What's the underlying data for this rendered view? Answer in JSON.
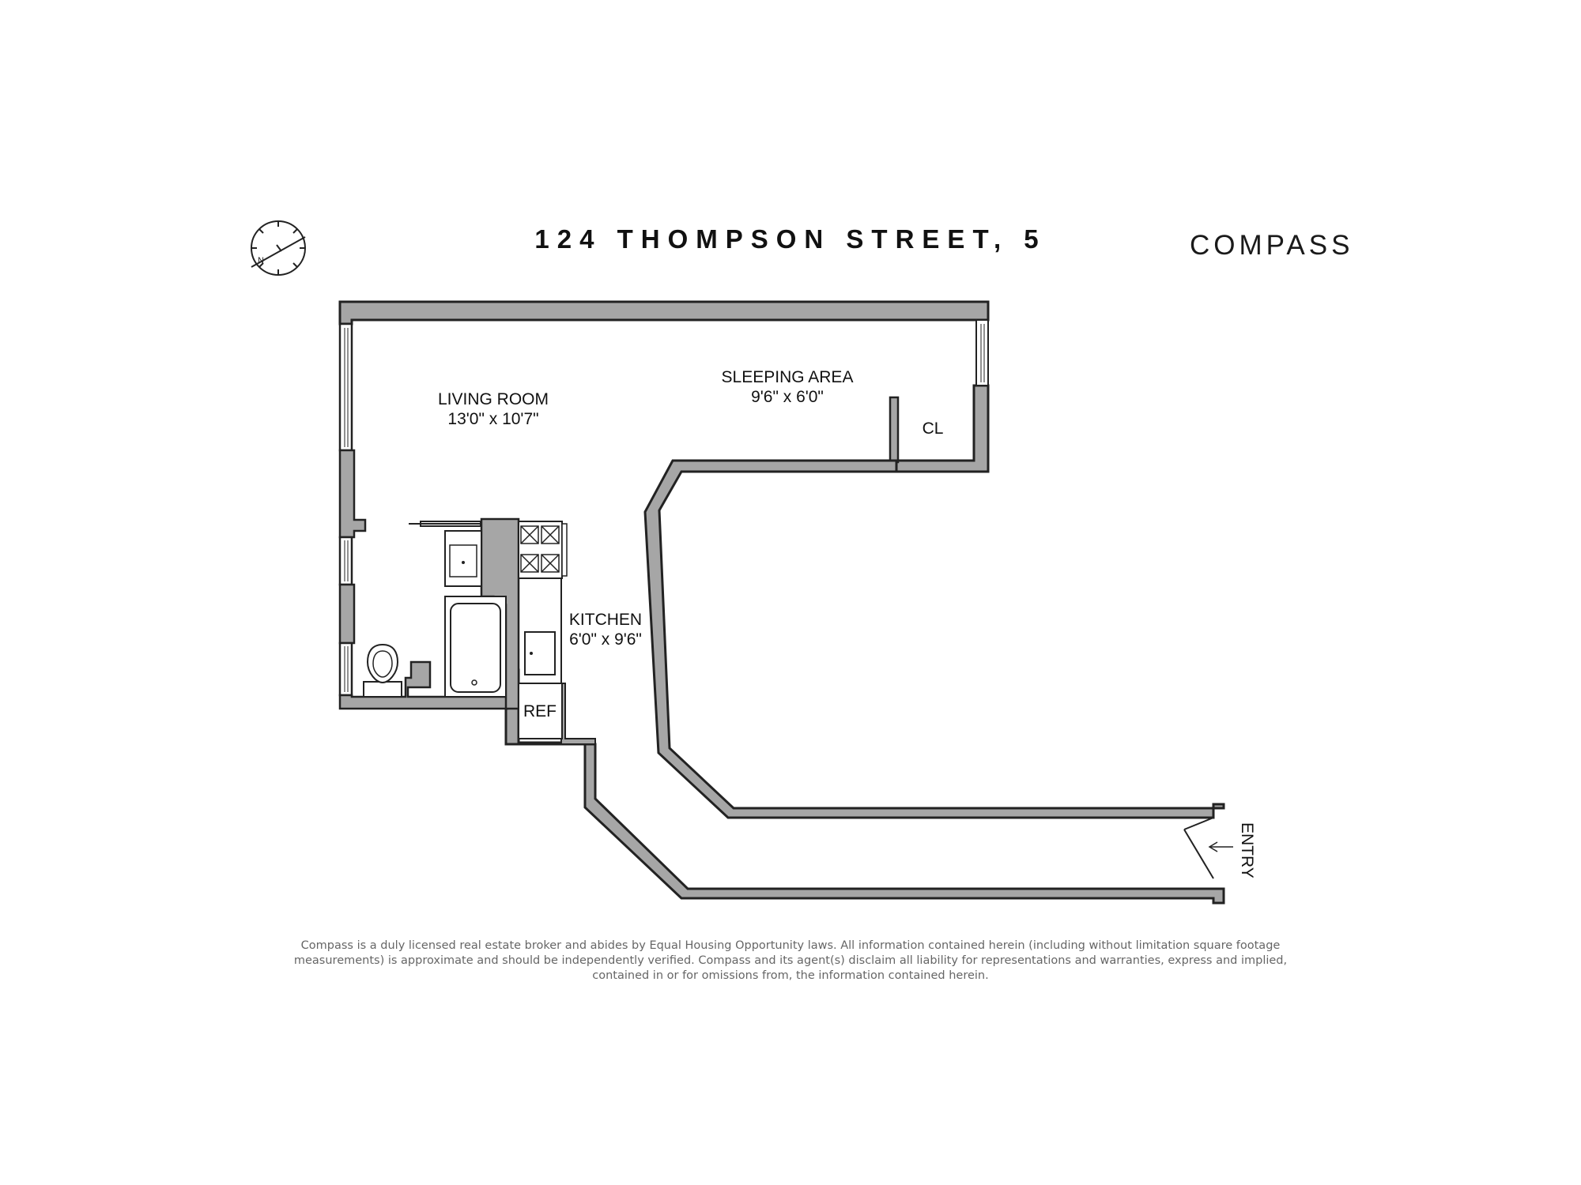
{
  "header": {
    "title": "124 THOMPSON STREET, 5",
    "brand": "COMPASS",
    "compass_rose": {
      "north_label": "N"
    }
  },
  "rooms": [
    {
      "id": "living",
      "name": "LIVING ROOM",
      "dims": "13'0\" x 10'7\""
    },
    {
      "id": "sleeping",
      "name": "SLEEPING AREA",
      "dims": "9'6\" x 6'0\""
    },
    {
      "id": "kitchen",
      "name": "KITCHEN",
      "dims": "6'0\" x 9'6\""
    }
  ],
  "fixtures": {
    "closet": "CL",
    "refrigerator": "REF",
    "entry": "ENTRY"
  },
  "footer": {
    "disclaimer": "Compass is a duly licensed real estate broker and abides by Equal Housing Opportunity laws. All information contained herein (including without limitation square footage measurements) is approximate and should be independently verified. Compass and its agent(s) disclaim all liability for representations and warranties, express and implied, contained in or for omissions from, the information contained herein."
  },
  "colors": {
    "wall_fill": "#a6a6a6",
    "wall_stroke": "#222222",
    "text": "#111111",
    "disclaimer_text": "#666666"
  }
}
